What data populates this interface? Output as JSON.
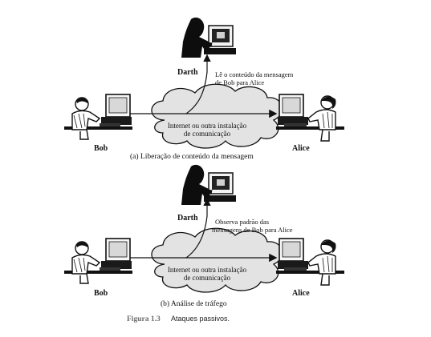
{
  "figure": {
    "number_label": "Figura 1.3",
    "title": "Ataques passivos."
  },
  "panel_a": {
    "attacker": "Darth",
    "sender": "Bob",
    "receiver": "Alice",
    "network": [
      "Internet ou outra instalação",
      "de comunicação"
    ],
    "annotation": [
      "Lê o conteúdo da mensagem",
      "de Bob para Alice"
    ],
    "caption": "(a) Liberação de conteúdo da mensagem"
  },
  "panel_b": {
    "attacker": "Darth",
    "sender": "Bob",
    "receiver": "Alice",
    "network": [
      "Internet ou outra instalação",
      "de comunicação"
    ],
    "annotation": [
      "Observa padrão das",
      "mensagens de Bob para Alice"
    ],
    "caption": "(b) Análise de tráfego"
  },
  "icons": [
    "hacker-at-computer-icon",
    "person-at-computer-icon",
    "cloud-network-icon"
  ],
  "colors": {
    "ink": "#111111",
    "cloud_fill": "#e3e3e3",
    "figure_label": "#6b6b6b"
  }
}
